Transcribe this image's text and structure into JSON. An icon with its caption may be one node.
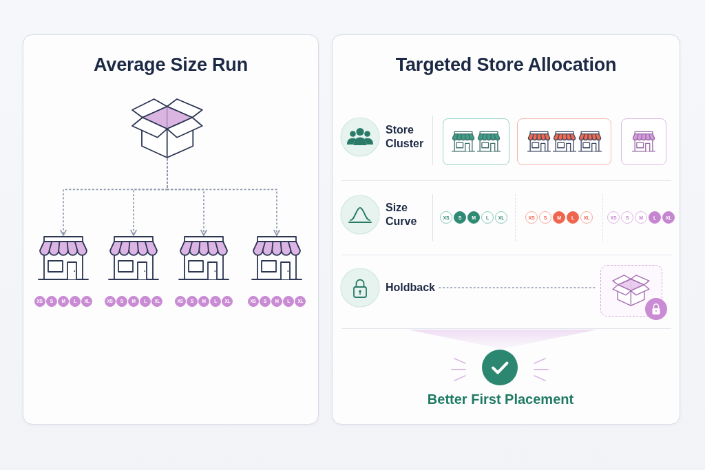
{
  "diagram": {
    "nodes": [
      {
        "text": [
          "Average Size Run"
        ]
      },
      {
        "text": [
          "Targeted Store Allocation"
        ]
      },
      {
        "text": [],
        "shape": "picture",
        "in": 0
      },
      {
        "text": [],
        "shape": "picture",
        "in": 0,
        "beside": [
          "XS",
          "S",
          "M",
          "L",
          "XL"
        ]
      },
      {
        "text": [],
        "shape": "picture",
        "in": 0,
        "beside": [
          "XS",
          "S",
          "M",
          "L",
          "XL"
        ]
      },
      {
        "text": [],
        "shape": "picture",
        "in": 0,
        "beside": [
          "XS",
          "S",
          "M",
          "L",
          "XL"
        ]
      },
      {
        "text": [],
        "shape": "picture",
        "in": 0,
        "beside": [
          "XS",
          "S",
          "M",
          "L",
          "XL"
        ]
      },
      {
        "text": [
          "Holdback"
        ],
        "in": 1
      },
      {
        "text": [],
        "shape": "box",
        "in": 1
      }
    ],
    "edges": [
      {
        "from": 2,
        "to": 3,
        "arrow": "to",
        "style": "dashed"
      },
      {
        "from": 2,
        "to": 4,
        "arrow": "to",
        "style": "dashed"
      },
      {
        "from": 2,
        "to": 5,
        "arrow": "to",
        "style": "dashed"
      },
      {
        "from": 2,
        "to": 6,
        "arrow": "to",
        "style": "dashed"
      },
      {
        "from": 7,
        "to": 8,
        "arrow": "none",
        "style": "dashed"
      }
    ],
    "labels": [
      "Store Cluster",
      "Size Curve",
      "XS",
      "S",
      "M",
      "L",
      "XL",
      "XS",
      "S",
      "M",
      "L",
      "XL",
      "XS",
      "S",
      "M",
      "L",
      "XL",
      "Better First Placement"
    ]
  }
}
